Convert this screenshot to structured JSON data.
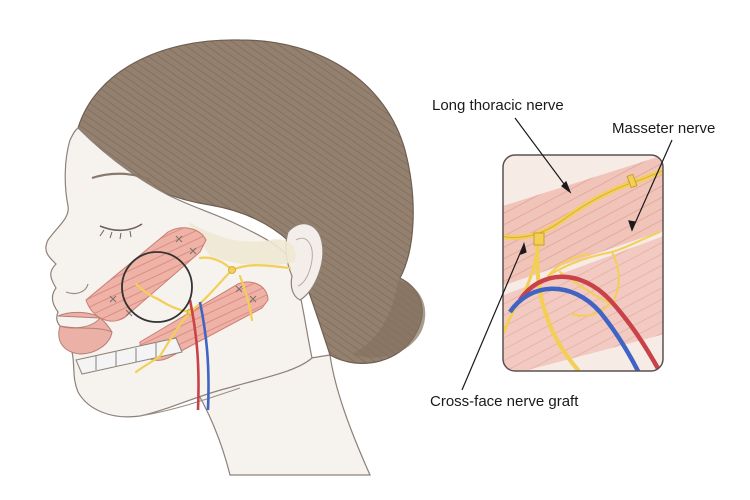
{
  "labels": {
    "long_thoracic": "Long thoracic nerve",
    "masseter": "Masseter nerve",
    "cross_face": "Cross-face nerve graft"
  },
  "colors": {
    "hair": "#93806f",
    "skin": "#f6f2ee",
    "muscle": "#e9a99f",
    "nerve": "#f3cf55",
    "artery": "#c9424a",
    "vein": "#3f64c4",
    "outline": "#7a6f68"
  }
}
